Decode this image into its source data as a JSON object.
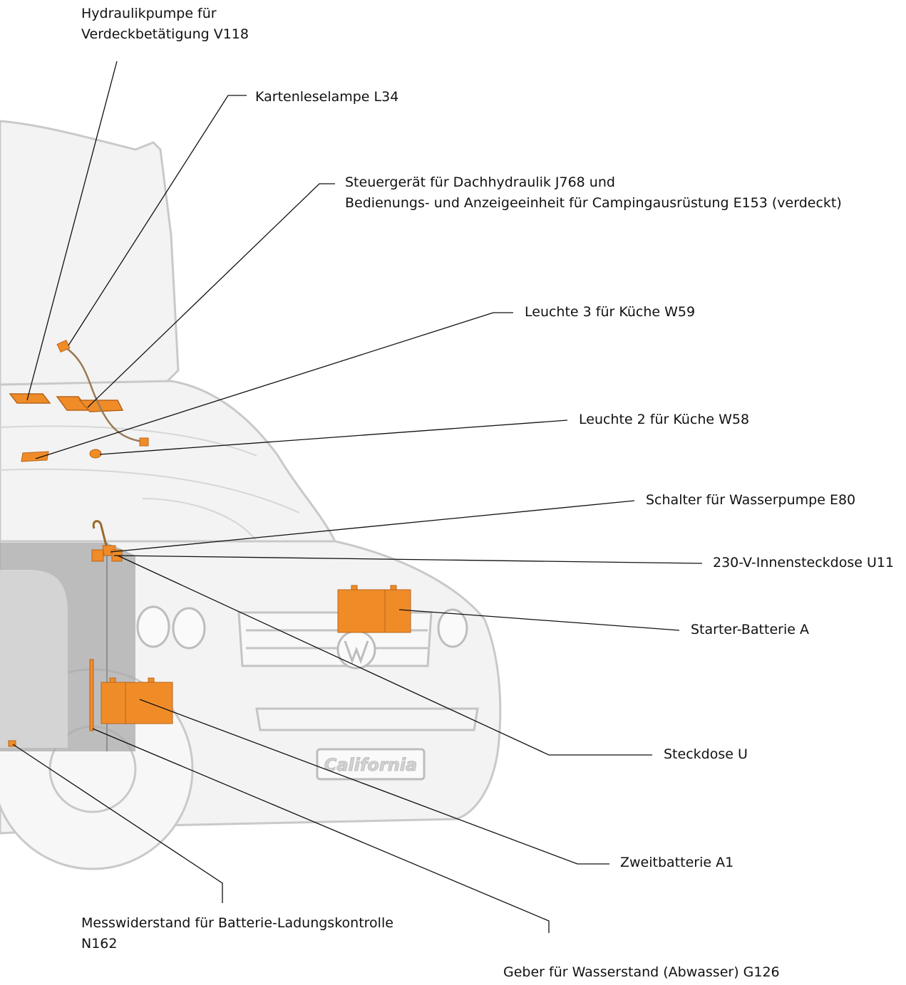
{
  "colors": {
    "component_fill": "#f08c28",
    "component_stroke": "#b8651a",
    "vehicle_outline": "#c9c9c9",
    "vehicle_fill": "#f3f3f3",
    "cabinet_fill": "#a9a9a9",
    "leader_line": "#111111"
  },
  "vehicle": {
    "plate_text": "California",
    "badge": "VW"
  },
  "callouts": [
    {
      "id": "hydraulikpumpe",
      "lines": [
        "Hydraulikpumpe für",
        "Verdeckbetätigung V118"
      ]
    },
    {
      "id": "kartenleselampe",
      "lines": [
        "Kartenleselampe L34"
      ]
    },
    {
      "id": "steuergeraet",
      "lines": [
        "Steuergerät für Dachhydraulik J768 und",
        "Bedienungs- und Anzeigeeinheit für Campingausrüstung E153 (verdeckt)"
      ]
    },
    {
      "id": "leuchte3",
      "lines": [
        "Leuchte 3 für Küche W59"
      ]
    },
    {
      "id": "leuchte2",
      "lines": [
        "Leuchte 2 für Küche W58"
      ]
    },
    {
      "id": "schalter-wasserpumpe",
      "lines": [
        "Schalter für Wasserpumpe E80"
      ]
    },
    {
      "id": "innensteckdose",
      "lines": [
        "230-V-Innensteckdose U11"
      ]
    },
    {
      "id": "starter-batterie",
      "lines": [
        "Starter-Batterie A"
      ]
    },
    {
      "id": "steckdose",
      "lines": [
        "Steckdose U"
      ]
    },
    {
      "id": "zweitbatterie",
      "lines": [
        "Zweitbatterie A1"
      ]
    },
    {
      "id": "messwiderstand",
      "lines": [
        "Messwiderstand für Batterie-Ladungskontrolle",
        "N162"
      ]
    },
    {
      "id": "geber-wasserstand",
      "lines": [
        "Geber für Wasserstand (Abwasser) G126"
      ]
    }
  ]
}
